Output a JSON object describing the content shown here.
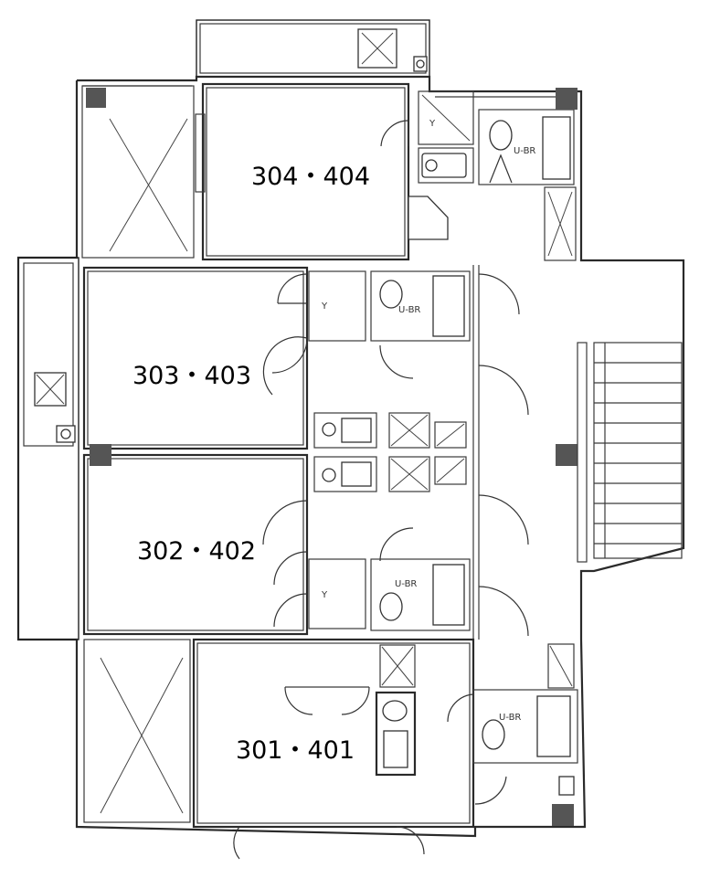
{
  "units": [
    {
      "id": "unit-304-404",
      "label": "304・404"
    },
    {
      "id": "unit-303-403",
      "label": "303・403"
    },
    {
      "id": "unit-302-402",
      "label": "302・402"
    },
    {
      "id": "unit-301-401",
      "label": "301・401"
    }
  ],
  "bath_labels": {
    "b304": "U-BR",
    "b303": "U-BR",
    "b302": "U-BR",
    "b301": "U-BR"
  }
}
